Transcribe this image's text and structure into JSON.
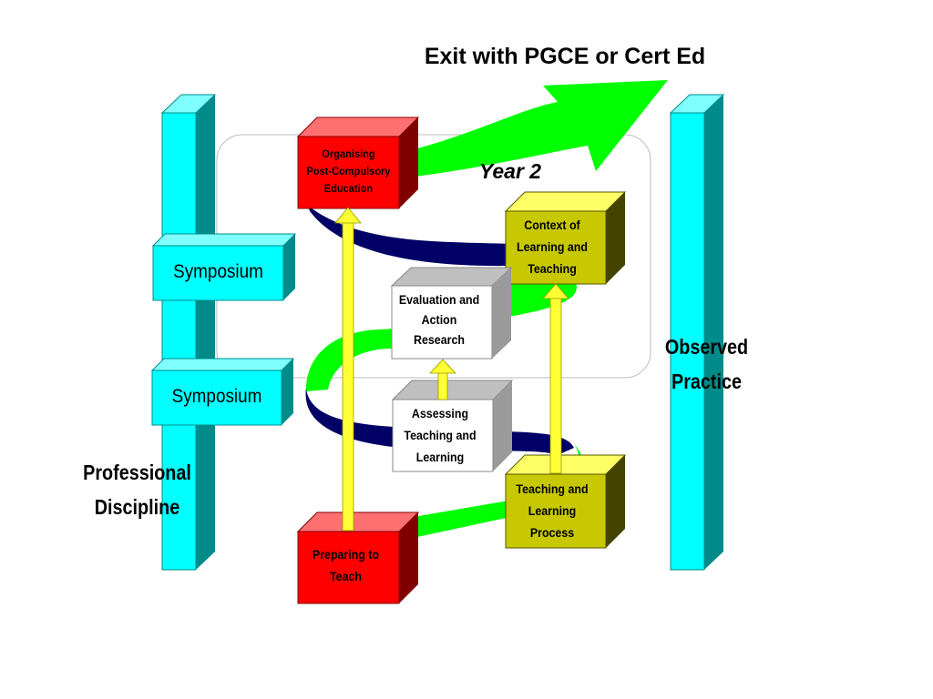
{
  "title": "Exit with PGCE or Cert Ed",
  "year_label": "Year 2",
  "left_label": [
    "Professional",
    "Discipline"
  ],
  "right_label": [
    "Observed",
    "Practice"
  ],
  "symposium": [
    "Symposium",
    "Symposium"
  ],
  "boxes": {
    "organising": [
      "Organising",
      "Post-Compulsory",
      "Education"
    ],
    "context": [
      "Context of",
      "Learning and",
      "Teaching"
    ],
    "evaluation": [
      "Evaluation and",
      "Action",
      "Research"
    ],
    "assessing": [
      "Assessing",
      "Teaching and",
      "Learning"
    ],
    "teaching": [
      "Teaching and",
      "Learning",
      "Process"
    ],
    "preparing": [
      "Preparing to",
      "Teach"
    ]
  },
  "colors": {
    "pillar": "#00ffff",
    "red_box": "#ff0000",
    "olive_box": "#c8c800",
    "white_box": "#ffffff",
    "green_band": "#00ff00",
    "navy_band": "#000066",
    "arrow": "#ffff33"
  }
}
